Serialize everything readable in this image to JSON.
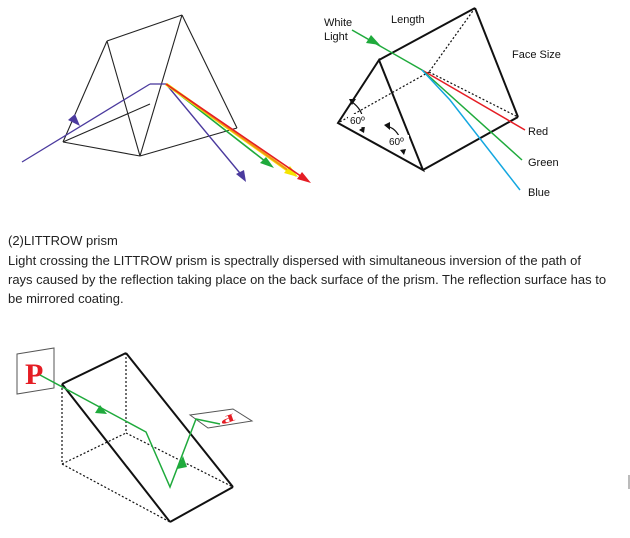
{
  "diagram_top_right": {
    "labels": {
      "white_light": [
        "White",
        "Light"
      ],
      "length": "Length",
      "face_size": "Face Size",
      "red": "Red",
      "green": "Green",
      "blue": "Blue",
      "angle_a": "60º",
      "angle_b": "60º"
    }
  },
  "littrow": {
    "heading": "(2)LITTROW prism",
    "description": "Light crossing the LITTROW prism is spectrally dispersed with simultaneous inversion of the path of rays caused by the reflection taking place on the back surface of the prism. The reflection surface has to be mirrored coating."
  },
  "diagram_bottom": {
    "letter_in": "P",
    "letter_out": "P"
  },
  "colors": {
    "red": "#e51d24",
    "green": "#1faa3c",
    "blue": "#14a7e0",
    "violet": "#4b3a9e",
    "yellow": "#f5e400",
    "orange": "#f08a1c",
    "line": "#111111"
  }
}
